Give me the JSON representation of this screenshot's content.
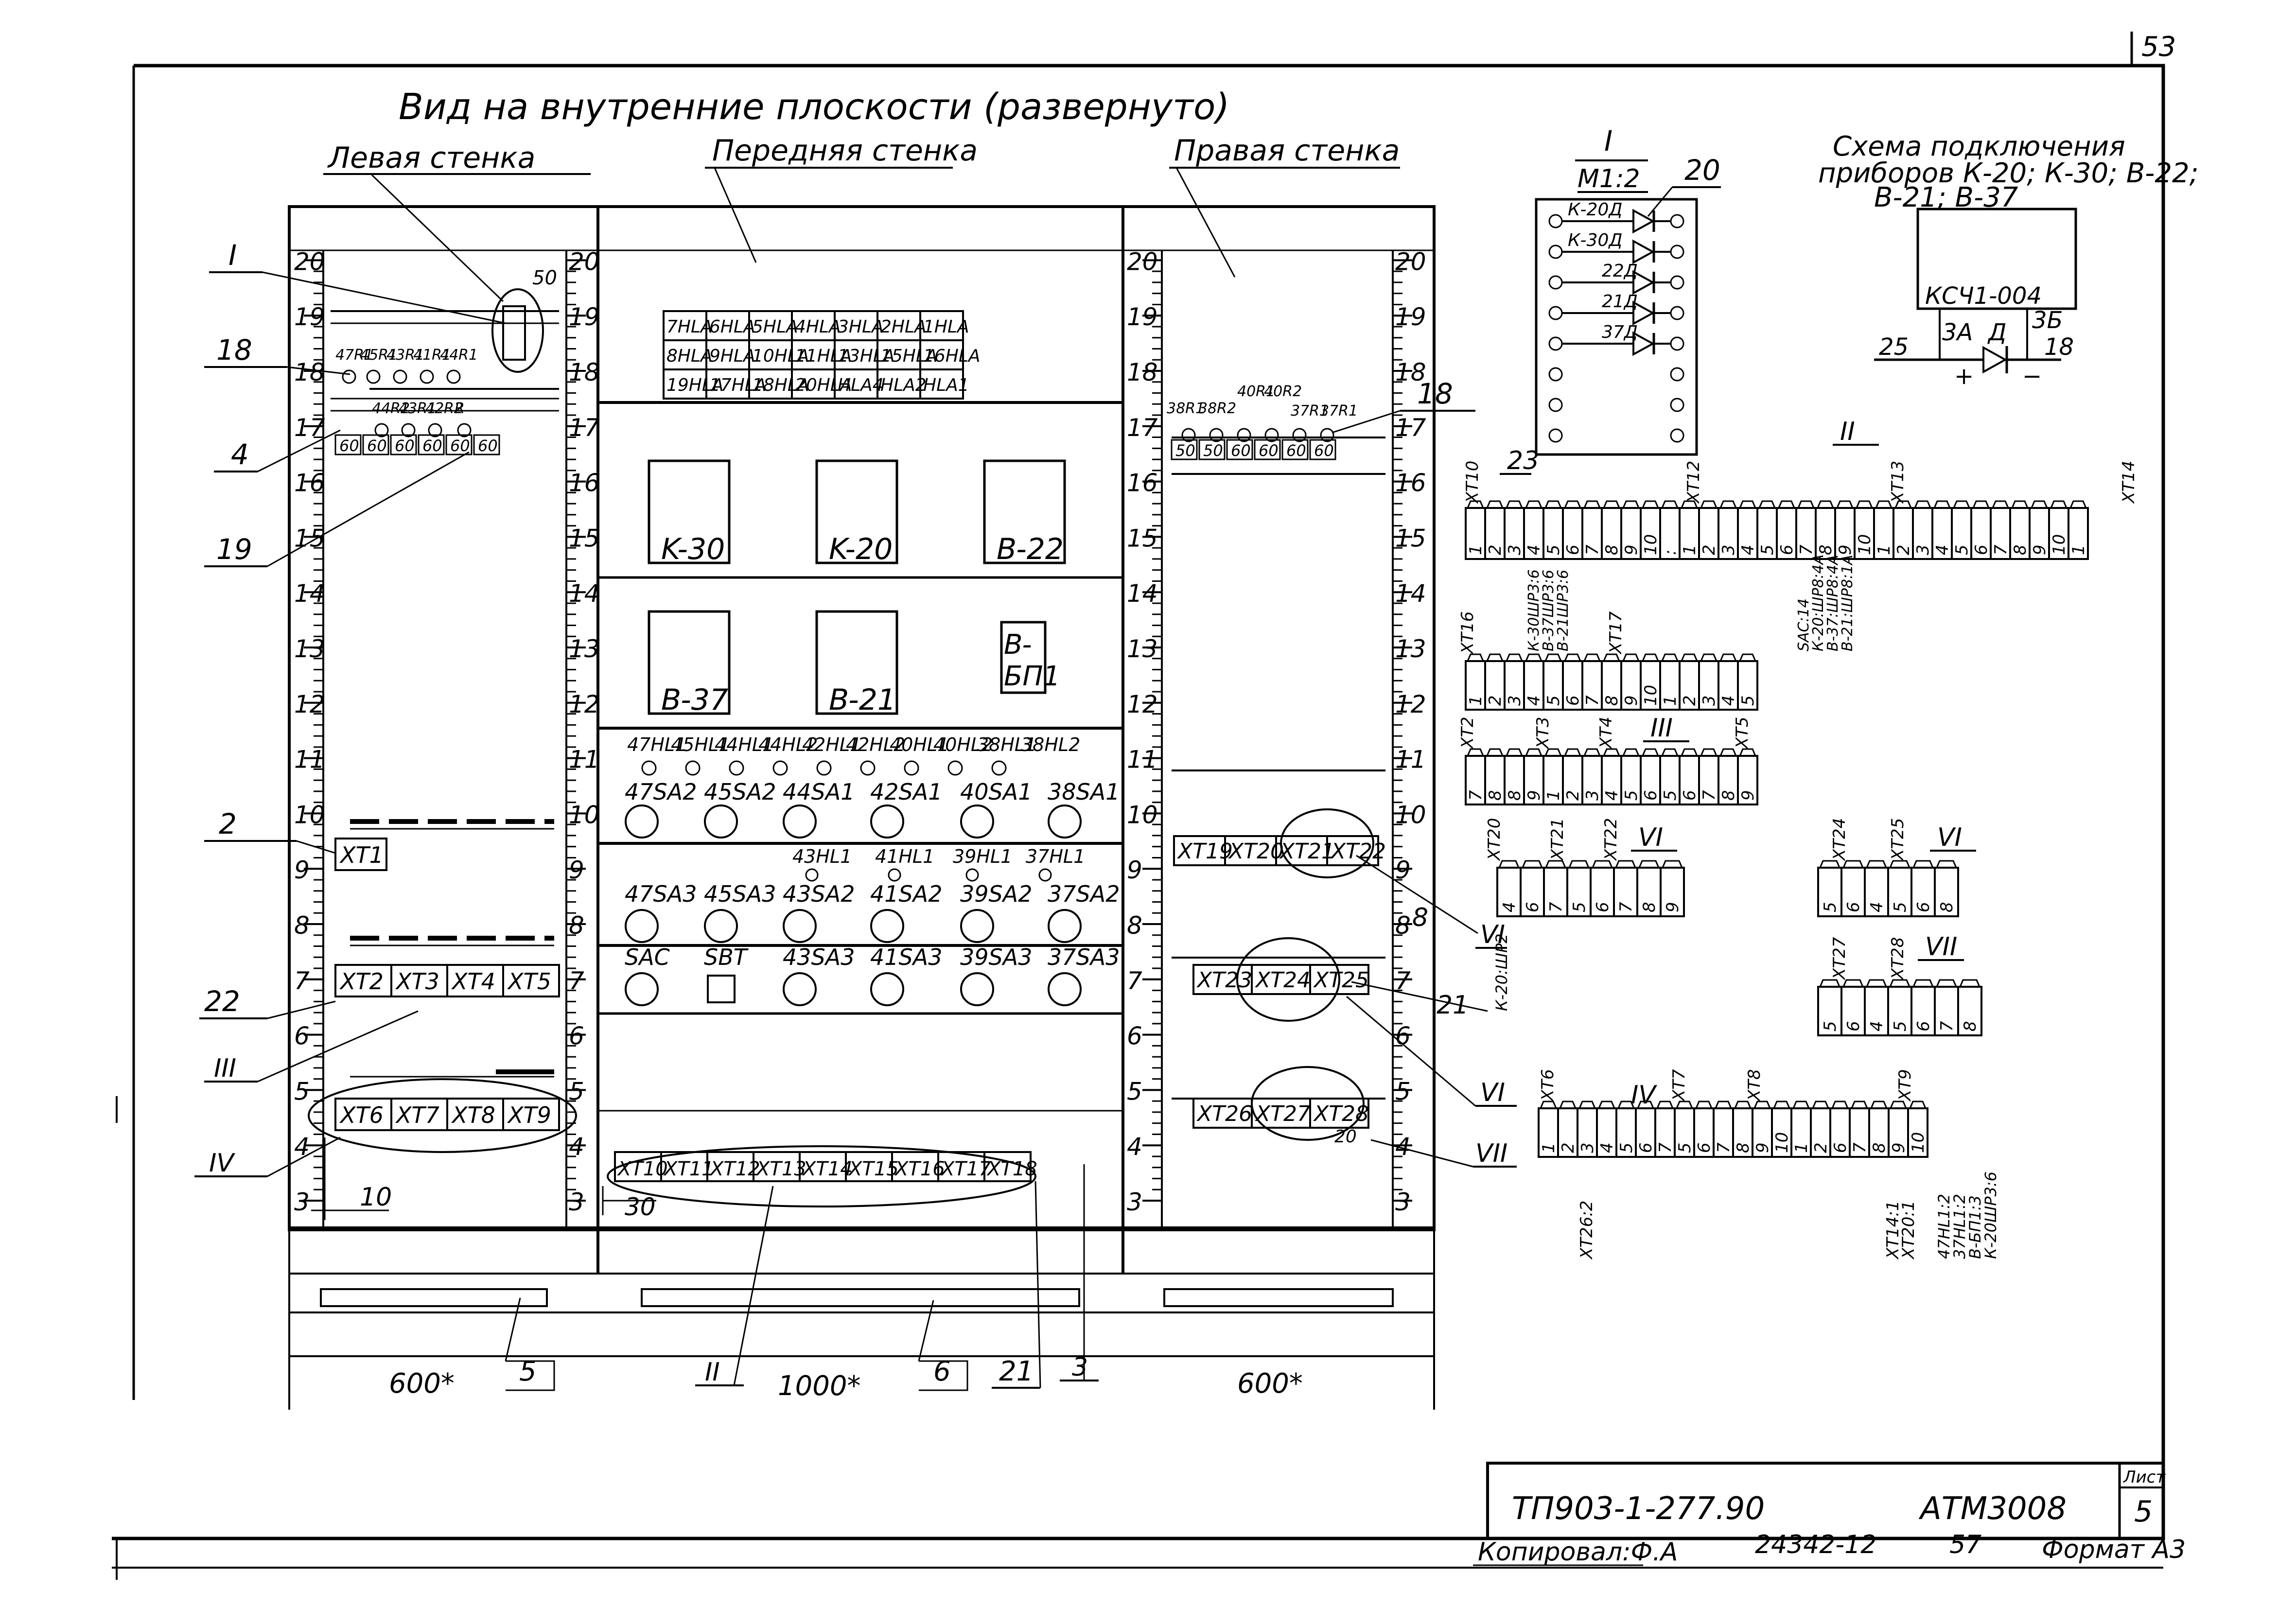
{
  "page": {
    "corner_number": "53"
  },
  "header": {
    "view_title": "Вид на внутренние плоскости (развернуто)",
    "left_wall": "Левая стенка",
    "front_wall": "Передняя стенка",
    "right_wall": "Правая стенка"
  },
  "scale": [
    "3",
    "4",
    "5",
    "6",
    "7",
    "8",
    "9",
    "10",
    "11",
    "12",
    "13",
    "14",
    "15",
    "16",
    "17",
    "18",
    "19",
    "20"
  ],
  "left": {
    "terminal_labels_row": [
      "47R1",
      "45R1",
      "43R1",
      "41R1",
      "44R1"
    ],
    "terminal_labels_row2": [
      "44R2",
      "43R1",
      "42R2",
      "R"
    ],
    "resistor_values": [
      "60",
      "60",
      "60",
      "60",
      "60",
      "60"
    ],
    "top_value": "50",
    "xt_blocks_a": [
      "XT1"
    ],
    "xt_blocks_b": [
      "XT2",
      "XT3",
      "XT4",
      "XT5"
    ],
    "xt_blocks_c": [
      "XT6",
      "XT7",
      "XT8",
      "XT9"
    ],
    "callouts": {
      "I": "I",
      "n18": "18",
      "n4": "4",
      "n19": "19",
      "n2": "2",
      "n22": "22",
      "III": "III",
      "IV": "IV",
      "n10": "10"
    }
  },
  "front": {
    "lamp_grid": [
      [
        "7HLA",
        "6HLA",
        "5HLA",
        "4HLA",
        "3HLA",
        "2HLA",
        "1HLA"
      ],
      [
        "8HLA",
        "9HLA",
        "10HLA",
        "11HLA",
        "13HLA",
        "15HLA",
        "16HLA"
      ],
      [
        "19HLA",
        "17HLA",
        "18HLA",
        "20HLA",
        "HLA4",
        "HLA2",
        "HLA1"
      ]
    ],
    "instruments_row1": [
      "K-30",
      "K-20",
      "B-22"
    ],
    "instruments_row2": [
      "B-37",
      "B-21"
    ],
    "bp_block": [
      "B-",
      "БП1"
    ],
    "hl_row": [
      "47HL1",
      "45HL1",
      "44HL1",
      "44HL2",
      "42HL1",
      "42HL2",
      "40HL1",
      "40HL2",
      "38HL1",
      "38HL2"
    ],
    "sa_row1": [
      "47SA2",
      "45SA2",
      "44SA1",
      "42SA1",
      "40SA1",
      "38SA1"
    ],
    "hl_row2": [
      "43HL1",
      "41HL1",
      "39HL1",
      "37HL1"
    ],
    "sa_row2": [
      "47SA3",
      "45SA3",
      "43SA2",
      "41SA2",
      "39SA2",
      "37SA2"
    ],
    "sa_row3": [
      "SAC",
      "SBT",
      "43SA3",
      "41SA3",
      "39SA3",
      "37SA3"
    ],
    "xt_bottom": [
      "XT10",
      "XT11",
      "XT12",
      "XT13",
      "XT14",
      "XT15",
      "XT16",
      "XT17",
      "XT18"
    ],
    "dim_30": "30"
  },
  "right": {
    "resistor_labels": [
      "38R1",
      "38R2",
      "40R1",
      "40R2",
      "37R1",
      "37R1"
    ],
    "resistor_values": [
      "50",
      "50",
      "60",
      "60",
      "60",
      "60"
    ],
    "xt_row1": [
      "XT19",
      "XT20",
      "XT21",
      "XT22"
    ],
    "xt_row2": [
      "XT23",
      "XT24",
      "XT25"
    ],
    "xt_row3": [
      "XT26",
      "XT27",
      "XT28"
    ],
    "callouts": {
      "n18": "18",
      "n8": "8",
      "VI_a": "VI",
      "n21": "21",
      "VI_b": "VI",
      "VII": "VII",
      "n20": "20"
    },
    "side_note": "К-20:ШР2"
  },
  "base": {
    "dim_left": "600*",
    "dim_mid": "1000*",
    "dim_right": "600*",
    "callout_5": "5",
    "callout_II": "II",
    "callout_6": "6",
    "callout_21": "21",
    "callout_3": "3"
  },
  "detail_I": {
    "title": "I",
    "scale": "М1:2",
    "callout": "20",
    "diodes": [
      "К-20Д",
      "К-30Д",
      "22Д",
      "21Д",
      "37Д"
    ]
  },
  "scheme": {
    "title_l1": "Схема подключения",
    "title_l2": "приборов К-20; К-30; В-22;",
    "title_l3": "В-21; В-37",
    "device": "КСЧ1-004",
    "pin_a": "3А",
    "pin_b": "3Б",
    "wire_left": "25",
    "wire_right": "18",
    "diode": "Д",
    "plus": "+",
    "minus": "−"
  },
  "strip_II": {
    "title": "II",
    "callout": "23",
    "labels": [
      "XT10",
      "XT12",
      "XT13",
      "XT14"
    ],
    "numbers": [
      "1",
      "2",
      "3",
      "4",
      "5",
      "6",
      "7",
      "8",
      "9",
      "10",
      ":",
      "1",
      "2",
      "3",
      "4",
      "5",
      "6",
      "7",
      "8",
      "9",
      "10",
      "1",
      "2",
      "3",
      "4",
      "5",
      "6",
      "7",
      "8",
      "9",
      "10",
      "1"
    ],
    "notes_a": [
      "К-30ШР3:6",
      "В-37ШР3:6",
      "В-21ШР3:6"
    ],
    "notes_b": [
      "SAC:14",
      "К-20:ШР8:4А",
      "В-37:ШР8:4А",
      "В-21:ШР8:1А"
    ]
  },
  "strip_XT16": {
    "labels": [
      "XT16",
      "XT17"
    ],
    "numbers": [
      "1",
      "2",
      "3",
      "4",
      "5",
      "6",
      "7",
      "8",
      "9",
      "10",
      "1",
      "2",
      "3",
      "4",
      "5"
    ]
  },
  "strip_III": {
    "title": "III",
    "labels": [
      "XT2",
      "XT3",
      "XT4",
      "XT5"
    ],
    "numbers": [
      "7",
      "8",
      "8",
      "9",
      "1",
      "2",
      "3",
      "4",
      "5",
      "6",
      "5",
      "6",
      "7",
      "8",
      "9"
    ]
  },
  "strip_VI": {
    "title": "VI",
    "labels": [
      "XT20",
      "XT21",
      "XT22"
    ],
    "numbers": [
      "4",
      "6",
      "7",
      "5",
      "6",
      "7",
      "8",
      "9"
    ]
  },
  "strip_VI_right": {
    "title": "VI",
    "labels": [
      "XT24",
      "XT25"
    ],
    "numbers": [
      "5",
      "6",
      "4",
      "5",
      "6",
      "8"
    ]
  },
  "strip_VII": {
    "title": "VII",
    "labels": [
      "XT27",
      "XT28"
    ],
    "numbers": [
      "5",
      "6",
      "4",
      "5",
      "6",
      "7",
      "8"
    ]
  },
  "strip_IV": {
    "title": "IV",
    "labels": [
      "XT6",
      "XT7",
      "XT8",
      "XT9"
    ],
    "numbers": [
      "1",
      "2",
      "3",
      "4",
      "5",
      "6",
      "7",
      "5",
      "6",
      "7",
      "8",
      "9",
      "10",
      "1",
      "2",
      "6",
      "7",
      "8",
      "9",
      "10"
    ],
    "notes_left": [
      "XT26:2"
    ],
    "notes_mid": [
      "XT14:1",
      "XT20:1"
    ],
    "notes_right": [
      "47HL1:2",
      "37HL1:2",
      "В-БП1:3",
      "К-20ШР3:6"
    ]
  },
  "stamp": {
    "doc": "ТП903-1-277.90",
    "code": "АТМ3008",
    "sheet_label": "Лист",
    "sheet": "5",
    "copied": "Копировал:Ф.А",
    "order": "24342-12",
    "num": "57",
    "format": "Формат А3"
  }
}
